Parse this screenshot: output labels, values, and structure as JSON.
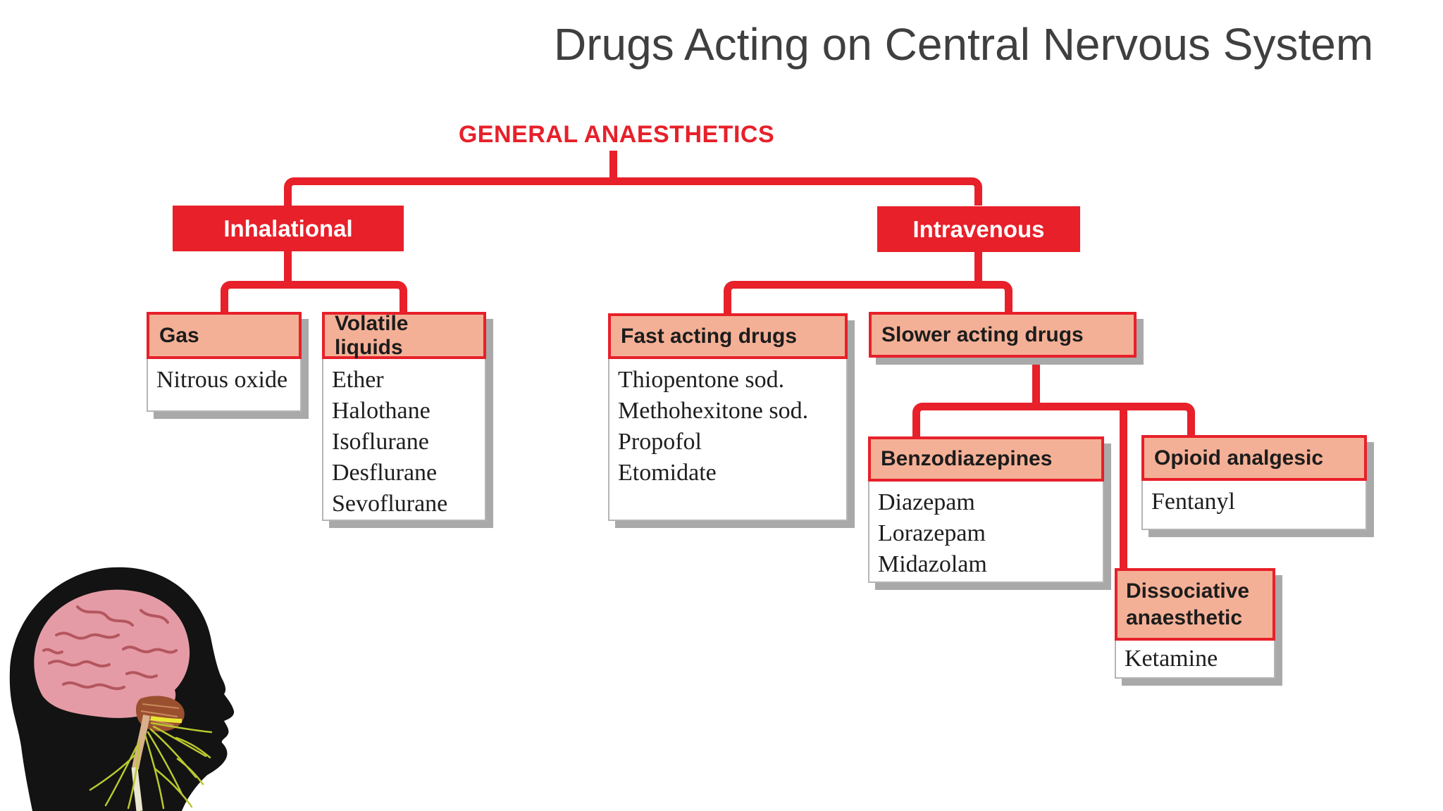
{
  "slide": {
    "title": "Drugs Acting on Central Nervous System"
  },
  "diagram": {
    "root": "GENERAL ANAESTHETICS",
    "level1": {
      "inhalational": "Inhalational",
      "intravenous": "Intravenous"
    },
    "nodes": {
      "gas": {
        "header": "Gas",
        "items": [
          "Nitrous oxide"
        ]
      },
      "volatile": {
        "header": "Volatile liquids",
        "items": [
          "Ether",
          "Halothane",
          "Isoflurane",
          "Desflurane",
          "Sevoflurane"
        ]
      },
      "fast": {
        "header": "Fast acting drugs",
        "items": [
          "Thiopentone sod.",
          "Methohexitone sod.",
          "Propofol",
          "Etomidate"
        ]
      },
      "slower": {
        "header": "Slower acting drugs"
      },
      "benzodiazepines": {
        "header": "Benzodiazepines",
        "items": [
          "Diazepam",
          "Lorazepam",
          "Midazolam"
        ]
      },
      "opioid": {
        "header": "Opioid analgesic",
        "items": [
          "Fentanyl"
        ]
      },
      "dissociative": {
        "header": "Dissociative anaesthetic",
        "items": [
          "Ketamine"
        ]
      }
    }
  },
  "colors": {
    "line_red": "#e7202a",
    "header_fill": "#f4b096",
    "header_text": "#1c1c1c",
    "title_text": "#3f3f3f",
    "drug_text": "#1e1e1e",
    "shadow_gray": "#a9a9a9"
  },
  "illustration": {
    "name": "human-head-brain-nerves"
  }
}
